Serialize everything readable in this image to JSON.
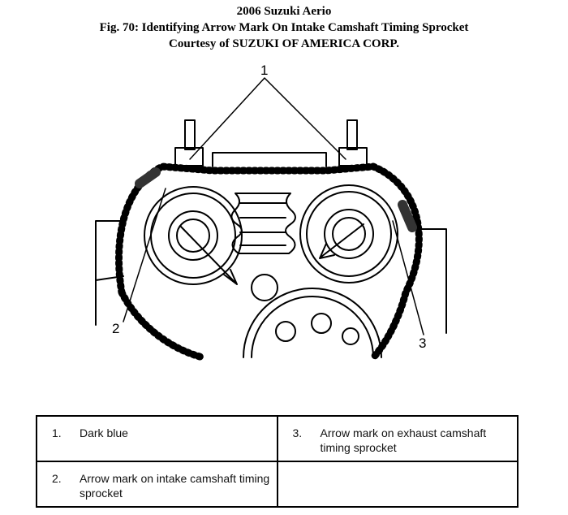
{
  "header": {
    "line1": "2006 Suzuki Aerio",
    "line2": "Fig. 70: Identifying Arrow Mark On Intake Camshaft Timing Sprocket",
    "line3": "Courtesy of SUZUKI OF AMERICA CORP."
  },
  "figure": {
    "callouts": {
      "c1": "1",
      "c2": "2",
      "c3": "3"
    }
  },
  "legend": {
    "rows": [
      [
        {
          "num": "1.",
          "text": "Dark blue"
        },
        {
          "num": "3.",
          "text": "Arrow mark on exhaust camshaft timing sprocket"
        }
      ],
      [
        {
          "num": "2.",
          "text": "Arrow mark on intake camshaft timing sprocket"
        },
        {
          "num": "",
          "text": ""
        }
      ]
    ]
  }
}
